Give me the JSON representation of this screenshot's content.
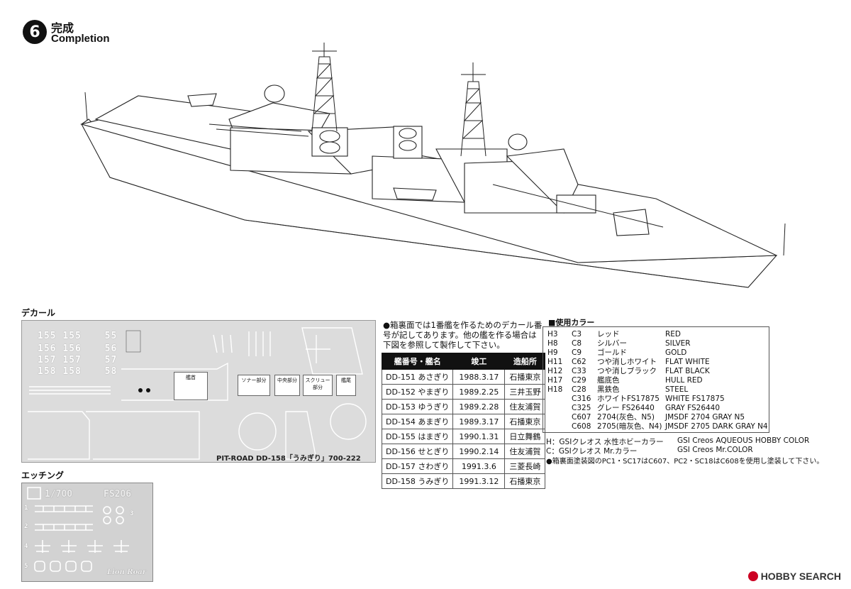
{
  "header": {
    "step_number": "6",
    "title_jp": "完成",
    "title_en": "Completion"
  },
  "decal": {
    "title": "デカール",
    "hull_numbers": [
      [
        "155",
        "155",
        "55"
      ],
      [
        "156",
        "156",
        "56"
      ],
      [
        "157",
        "157",
        "57"
      ],
      [
        "158",
        "158",
        "58"
      ]
    ],
    "boxes": [
      "艦首",
      "ソナー部分",
      "中央部分",
      "スクリュー部分",
      "艦尾"
    ],
    "sheet_label": "PIT-ROAD DD-158「うみぎり」700-222"
  },
  "note": {
    "text": "●箱裏面では1番艦を作るためのデカール番号が記してあります。他の艦を作る場合は下図を参照して製作して下さい。"
  },
  "ship_table": {
    "headers": [
      "艦番号・艦名",
      "竣工",
      "造船所"
    ],
    "rows": [
      [
        "DD-151 あさぎり",
        "1988.3.17",
        "石播東京"
      ],
      [
        "DD-152 やまぎり",
        "1989.2.25",
        "三井玉野"
      ],
      [
        "DD-153 ゆうぎり",
        "1989.2.28",
        "住友浦賀"
      ],
      [
        "DD-154 あまぎり",
        "1989.3.17",
        "石播東京"
      ],
      [
        "DD-155 はまぎり",
        "1990.1.31",
        "日立舞鶴"
      ],
      [
        "DD-156 せとぎり",
        "1990.2.14",
        "住友浦賀"
      ],
      [
        "DD-157 さわぎり",
        "1991.3.6",
        "三菱長崎"
      ],
      [
        "DD-158 うみぎり",
        "1991.3.12",
        "石播東京"
      ]
    ]
  },
  "colors": {
    "title": "■使用カラー",
    "rows": [
      {
        "h": "H3",
        "c": "C3",
        "jp": "レッド",
        "en": "RED"
      },
      {
        "h": "H8",
        "c": "C8",
        "jp": "シルバー",
        "en": "SILVER"
      },
      {
        "h": "H9",
        "c": "C9",
        "jp": "ゴールド",
        "en": "GOLD"
      },
      {
        "h": "H11",
        "c": "C62",
        "jp": "つや消しホワイト",
        "en": "FLAT WHITE"
      },
      {
        "h": "H12",
        "c": "C33",
        "jp": "つや消しブラック",
        "en": "FLAT BLACK"
      },
      {
        "h": "H17",
        "c": "C29",
        "jp": "艦底色",
        "en": "HULL RED"
      },
      {
        "h": "H18",
        "c": "C28",
        "jp": "黒鉄色",
        "en": "STEEL"
      },
      {
        "h": "",
        "c": "C316",
        "jp": "ホワイトFS17875",
        "en": "WHITE FS17875"
      },
      {
        "h": "",
        "c": "C325",
        "jp": "グレー FS26440",
        "en": "GRAY FS26440"
      },
      {
        "h": "",
        "c": "C607",
        "jp": "2704(灰色、N5)",
        "en": "JMSDF 2704 GRAY N5"
      },
      {
        "h": "",
        "c": "C608",
        "jp": "2705(暗灰色、N4)",
        "en": "JMSDF 2705 DARK GRAY N4"
      }
    ],
    "legend": [
      {
        "jp": "H：GSIクレオス 水性ホビーカラー",
        "en": "GSI Creos AQUEOUS HOBBY COLOR"
      },
      {
        "jp": "C：GSIクレオス Mr.カラー",
        "en": "GSI Creos Mr.COLOR"
      }
    ],
    "footnote": "●箱裏面塗装図のPC1・SC17はC607、PC2・SC18はC608を使用し塗装して下さい。"
  },
  "etching": {
    "title": "エッチング",
    "scale": "1/700",
    "code": "FS206",
    "part_numbers": [
      "1",
      "2",
      "3",
      "4",
      "5"
    ],
    "brand": "Lion Roar"
  },
  "watermark": "HOBBY SEARCH"
}
